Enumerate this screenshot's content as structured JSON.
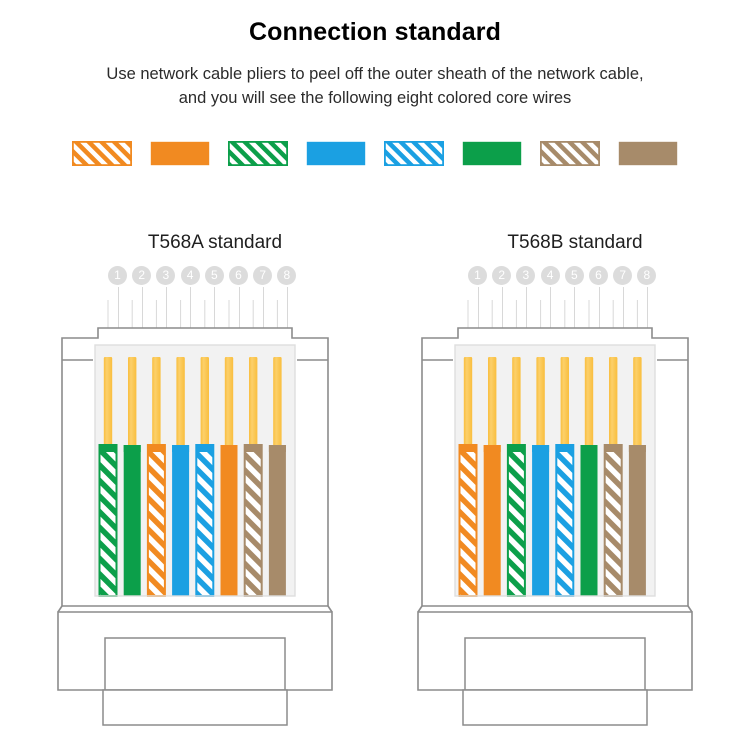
{
  "header": {
    "title": "Connection standard",
    "subtitle_line1": "Use network cable pliers to peel off the outer sheath of the network cable,",
    "subtitle_line2": "and you will see the following eight colored core wires"
  },
  "wire_palette": {
    "orange": "#F18A21",
    "green": "#0C9F4A",
    "blue": "#1BA0E2",
    "brown": "#A78B6A",
    "white": "#FFFFFF",
    "pin_gold": "#F9BE3E",
    "pin_gold_light": "#FCD06A",
    "body_outline": "#8C8C8C",
    "body_fill": "#FFFFFF",
    "housing_fill": "#F2F2F2",
    "pin_circle": "#DCDCDC",
    "leader_line": "#D8D8D8"
  },
  "swatches": [
    {
      "name": "white-orange",
      "label": "White/Orange",
      "color": "#F18A21",
      "striped": true
    },
    {
      "name": "orange",
      "label": "Orange",
      "color": "#F18A21",
      "striped": false
    },
    {
      "name": "white-green",
      "label": "White/Green",
      "color": "#0C9F4A",
      "striped": true
    },
    {
      "name": "blue",
      "label": "Blue",
      "color": "#1BA0E2",
      "striped": false
    },
    {
      "name": "white-blue",
      "label": "White/Blue",
      "color": "#1BA0E2",
      "striped": true
    },
    {
      "name": "green",
      "label": "Green",
      "color": "#0C9F4A",
      "striped": false
    },
    {
      "name": "white-brown",
      "label": "White/Brown",
      "color": "#A78B6A",
      "striped": true
    },
    {
      "name": "brown",
      "label": "Brown",
      "color": "#A78B6A",
      "striped": false
    }
  ],
  "pin_numbers": [
    "1",
    "2",
    "3",
    "4",
    "5",
    "6",
    "7",
    "8"
  ],
  "standards": [
    {
      "id": "t568a",
      "label": "T568A standard",
      "wires": [
        {
          "pin": "1",
          "name": "white-green",
          "label": "White/Green",
          "color": "#0C9F4A",
          "striped": true
        },
        {
          "pin": "2",
          "name": "green",
          "label": "Green",
          "color": "#0C9F4A",
          "striped": false
        },
        {
          "pin": "3",
          "name": "white-orange",
          "label": "White/Orange",
          "color": "#F18A21",
          "striped": true
        },
        {
          "pin": "4",
          "name": "blue",
          "label": "Blue",
          "color": "#1BA0E2",
          "striped": false
        },
        {
          "pin": "5",
          "name": "white-blue",
          "label": "White/Blue",
          "color": "#1BA0E2",
          "striped": true
        },
        {
          "pin": "6",
          "name": "orange",
          "label": "Orange",
          "color": "#F18A21",
          "striped": false
        },
        {
          "pin": "7",
          "name": "white-brown",
          "label": "White/Brown",
          "color": "#A78B6A",
          "striped": true
        },
        {
          "pin": "8",
          "name": "brown",
          "label": "Brown",
          "color": "#A78B6A",
          "striped": false
        }
      ]
    },
    {
      "id": "t568b",
      "label": "T568B standard",
      "wires": [
        {
          "pin": "1",
          "name": "white-orange",
          "label": "White/Orange",
          "color": "#F18A21",
          "striped": true
        },
        {
          "pin": "2",
          "name": "orange",
          "label": "Orange",
          "color": "#F18A21",
          "striped": false
        },
        {
          "pin": "3",
          "name": "white-green",
          "label": "White/Green",
          "color": "#0C9F4A",
          "striped": true
        },
        {
          "pin": "4",
          "name": "blue",
          "label": "Blue",
          "color": "#1BA0E2",
          "striped": false
        },
        {
          "pin": "5",
          "name": "white-blue",
          "label": "White/Blue",
          "color": "#1BA0E2",
          "striped": true
        },
        {
          "pin": "6",
          "name": "green",
          "label": "Green",
          "color": "#0C9F4A",
          "striped": false
        },
        {
          "pin": "7",
          "name": "white-brown",
          "label": "White/Brown",
          "color": "#A78B6A",
          "striped": true
        },
        {
          "pin": "8",
          "name": "brown",
          "label": "Brown",
          "color": "#A78B6A",
          "striped": false
        }
      ]
    }
  ]
}
